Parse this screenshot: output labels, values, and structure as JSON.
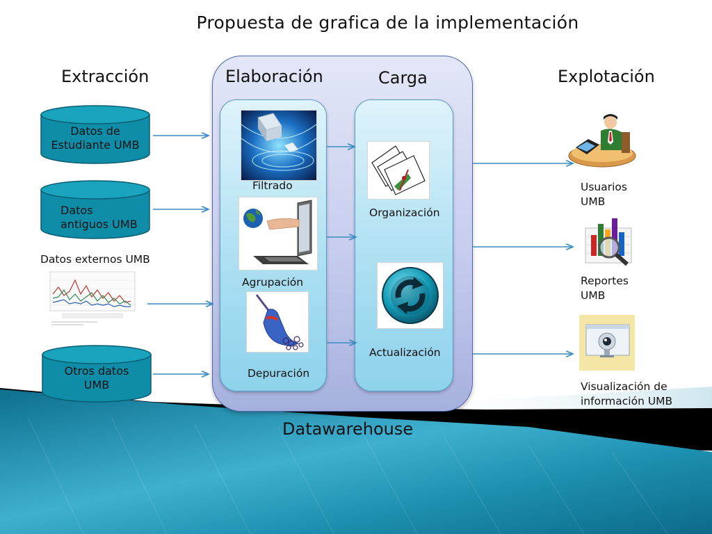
{
  "title": "Propuesta de grafica de la implementación",
  "headings": {
    "extraccion": "Extracción",
    "elaboracion": "Elaboración",
    "carga": "Carga",
    "explotacion": "Explotación"
  },
  "sources": {
    "estudiante": {
      "line1": "Datos de",
      "line2": "Estudiante UMB"
    },
    "antiguos": {
      "line1": "Datos",
      "line2": "antiguos UMB"
    },
    "externos": "Datos externos UMB",
    "otros": {
      "line1": "Otros datos",
      "line2": "UMB"
    }
  },
  "elaboracion_steps": {
    "filtrado": "Filtrado",
    "agrupacion": "Agrupación",
    "depuracion": "Depuración"
  },
  "carga_steps": {
    "organizacion": "Organización",
    "actualizacion": "Actualización"
  },
  "outputs": {
    "usuarios": {
      "line1": "Usuarios",
      "line2": "UMB"
    },
    "reportes": {
      "line1": "Reportes",
      "line2": "UMB"
    },
    "visualizacion": {
      "line1": "Visualización de",
      "line2": "información UMB"
    }
  },
  "datawarehouse_label": "Datawarehouse",
  "colors": {
    "cylinder_fill": "#0f8da8",
    "cylinder_top": "#1aa3bd",
    "arrow": "#3a8cc0",
    "wave_teal": "#1b88a8",
    "wave_black": "#000000"
  },
  "icons": {
    "filtrado": "digital-flow-image",
    "agrupacion": "laptop-globe-image",
    "depuracion": "broom-icon",
    "organizacion": "documents-icon",
    "actualizacion": "refresh-icon",
    "usuarios": "user-at-computer-icon",
    "reportes": "report-chart-icon",
    "visualizacion": "webcam-window-icon"
  }
}
